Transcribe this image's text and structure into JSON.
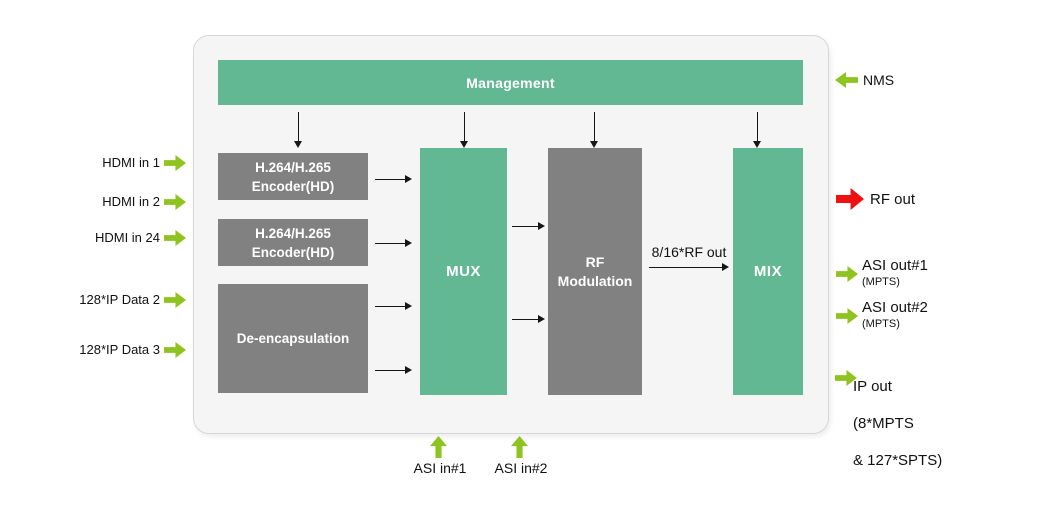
{
  "diagram": {
    "management_label": "Management",
    "blocks": {
      "encoder1": {
        "line1": "H.264/H.265",
        "line2": "Encoder(HD)"
      },
      "encoder2": {
        "line1": "H.264/H.265",
        "line2": "Encoder(HD)"
      },
      "deencapsulation": "De-encapsulation",
      "mux": "MUX",
      "rf_modulation": {
        "line1": "RF",
        "line2": "Modulation"
      },
      "mix": "MIX"
    },
    "inputs_left": [
      {
        "label": "HDMI in 1"
      },
      {
        "label": "HDMI in 2"
      },
      {
        "label": "HDMI in 24"
      },
      {
        "label": "128*IP Data 2"
      },
      {
        "label": "128*IP Data 3"
      }
    ],
    "inputs_bottom": [
      {
        "label": "ASI in#1"
      },
      {
        "label": "ASI in#2"
      }
    ],
    "outputs_right": {
      "nms": "NMS",
      "rf_out": "RF out",
      "asi_out1": {
        "label": "ASI out#1",
        "sub": "(MPTS)"
      },
      "asi_out2": {
        "label": "ASI out#2",
        "sub": "(MPTS)"
      },
      "ip_out": {
        "line1": "IP out",
        "line2": "(8*MPTS",
        "line3": "& 127*SPTS)"
      }
    },
    "rf_link_label": "8/16*RF out",
    "colors": {
      "block_green": "#62b893",
      "block_gray": "#818181",
      "io_arrow_lime": "#8fc31f",
      "rf_arrow_red": "#ee1111",
      "flow_arrow_black": "#161616",
      "panel_bg": "#f5f5f6"
    }
  }
}
